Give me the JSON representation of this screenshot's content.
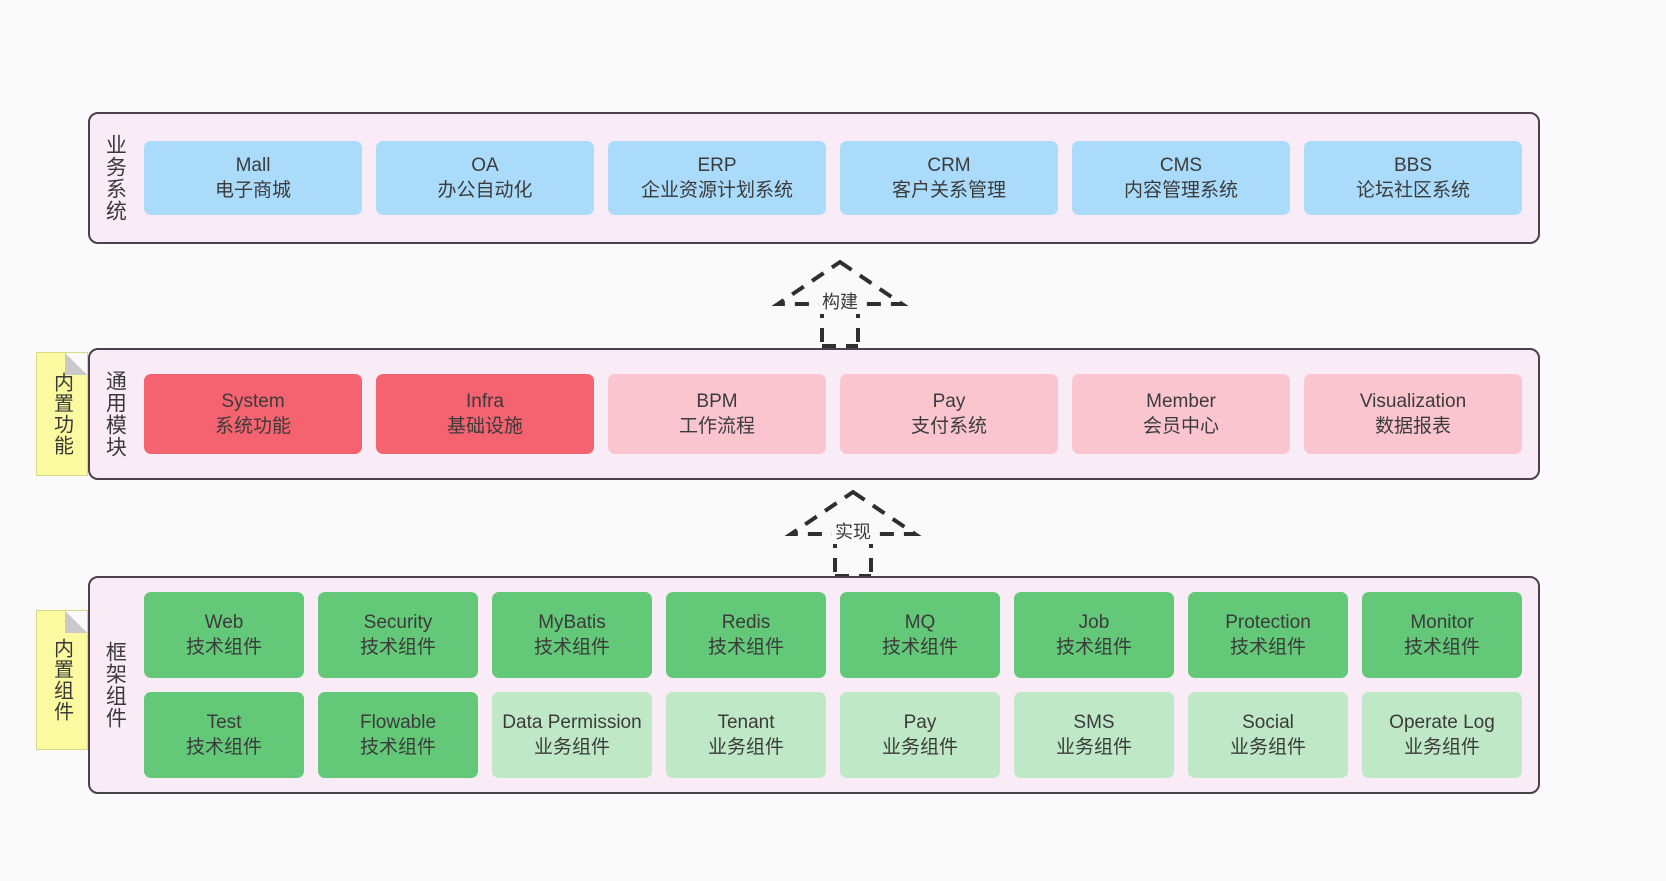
{
  "diagram": {
    "colors": {
      "background": "#fafafa",
      "layer_fill": "#f9ecf6",
      "layer_border": "#4a414d",
      "business_card": "#aadbfb",
      "module_core": "#f4636f",
      "module_optional": "#fbc5cf",
      "component_tech": "#63c878",
      "component_biz": "#bfe8c6",
      "sticky_note": "#fbfaa0"
    }
  },
  "layers": [
    {
      "title": "业务系统",
      "cards": [
        {
          "title": "Mall",
          "subtitle": "电子商城"
        },
        {
          "title": "OA",
          "subtitle": "办公自动化"
        },
        {
          "title": "ERP",
          "subtitle": "企业资源计划系统"
        },
        {
          "title": "CRM",
          "subtitle": "客户关系管理"
        },
        {
          "title": "CMS",
          "subtitle": "内容管理系统"
        },
        {
          "title": "BBS",
          "subtitle": "论坛社区系统"
        }
      ]
    },
    {
      "title": "通用模块",
      "sticky": "内置功能",
      "cards": [
        {
          "title": "System",
          "subtitle": "系统功能"
        },
        {
          "title": "Infra",
          "subtitle": "基础设施"
        },
        {
          "title": "BPM",
          "subtitle": "工作流程"
        },
        {
          "title": "Pay",
          "subtitle": "支付系统"
        },
        {
          "title": "Member",
          "subtitle": "会员中心"
        },
        {
          "title": "Visualization",
          "subtitle": "数据报表"
        }
      ]
    },
    {
      "title": "框架组件",
      "sticky": "内置组件",
      "cards": [
        {
          "title": "Web",
          "subtitle": "技术组件"
        },
        {
          "title": "Security",
          "subtitle": "技术组件"
        },
        {
          "title": "MyBatis",
          "subtitle": "技术组件"
        },
        {
          "title": "Redis",
          "subtitle": "技术组件"
        },
        {
          "title": "MQ",
          "subtitle": "技术组件"
        },
        {
          "title": "Job",
          "subtitle": "技术组件"
        },
        {
          "title": "Protection",
          "subtitle": "技术组件"
        },
        {
          "title": "Monitor",
          "subtitle": "技术组件"
        },
        {
          "title": "Test",
          "subtitle": "技术组件"
        },
        {
          "title": "Flowable",
          "subtitle": "技术组件"
        },
        {
          "title": "Data Permission",
          "subtitle": "业务组件"
        },
        {
          "title": "Tenant",
          "subtitle": "业务组件"
        },
        {
          "title": "Pay",
          "subtitle": "业务组件"
        },
        {
          "title": "SMS",
          "subtitle": "业务组件"
        },
        {
          "title": "Social",
          "subtitle": "业务组件"
        },
        {
          "title": "Operate Log",
          "subtitle": "业务组件"
        }
      ]
    }
  ],
  "connectors": [
    {
      "label": "构建"
    },
    {
      "label": "实现"
    }
  ]
}
